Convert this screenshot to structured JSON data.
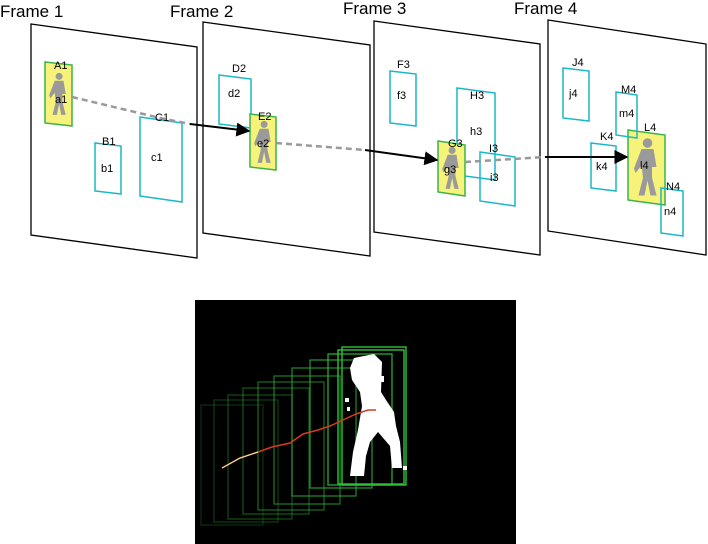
{
  "frames": [
    {
      "title": "Frame 1",
      "boxes": [
        {
          "label": "A1",
          "inner": "a1",
          "selected": true
        },
        {
          "label": "B1",
          "inner": "b1",
          "selected": false
        },
        {
          "label": "C1",
          "inner": "c1",
          "selected": false
        }
      ]
    },
    {
      "title": "Frame 2",
      "boxes": [
        {
          "label": "D2",
          "inner": "d2",
          "selected": false
        },
        {
          "label": "E2",
          "inner": "e2",
          "selected": true
        }
      ]
    },
    {
      "title": "Frame 3",
      "boxes": [
        {
          "label": "F3",
          "inner": "f3",
          "selected": false
        },
        {
          "label": "H3",
          "inner": "h3",
          "selected": false
        },
        {
          "label": "G3",
          "inner": "g3",
          "selected": true
        },
        {
          "label": "I3",
          "inner": "i3",
          "selected": false
        }
      ]
    },
    {
      "title": "Frame 4",
      "boxes": [
        {
          "label": "J4",
          "inner": "j4",
          "selected": false
        },
        {
          "label": "M4",
          "inner": "m4",
          "selected": false
        },
        {
          "label": "K4",
          "inner": "k4",
          "selected": false
        },
        {
          "label": "L4",
          "inner": "l4",
          "selected": true
        },
        {
          "label": "N4",
          "inner": "n4",
          "selected": false
        }
      ]
    }
  ],
  "colors": {
    "box_stroke": "#1ab7c9",
    "selected_fill": "#f7f27a",
    "selected_stroke": "#3cb34a",
    "silhouette": "#9a9a9a",
    "arrow": "#000000",
    "dash": "#999999",
    "track_panel_bg": "#000000",
    "track_box": "#2fbf3a",
    "trajectory": "#d63a1f"
  }
}
